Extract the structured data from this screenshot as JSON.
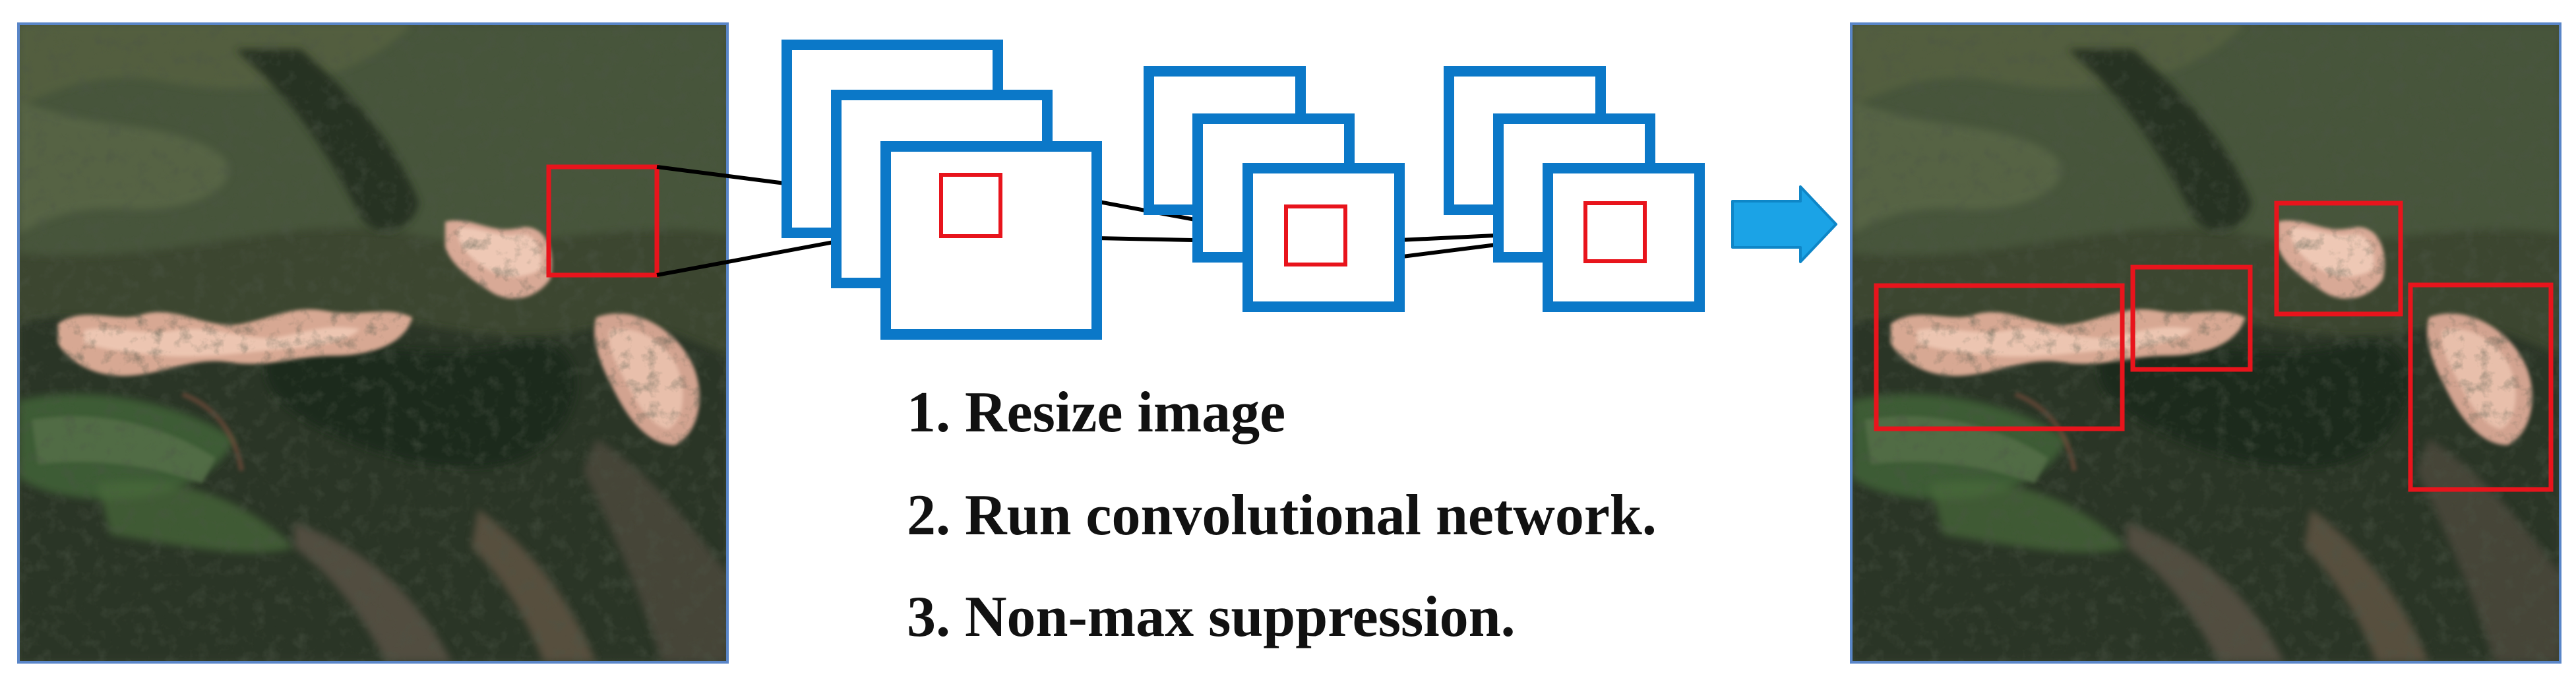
{
  "colors": {
    "feature_map_stroke": "#0B78C8",
    "detection_box": "#E8141C",
    "arrow_fill": "#1BA3E6",
    "arrow_stroke": "#0E86C7",
    "photo_border": "#5A86C8",
    "connector_line": "#000000"
  },
  "input_image": {
    "icon": "landslide-satellite-image"
  },
  "output_image": {
    "icon": "landslide-satellite-image-with-detections",
    "detection_count": 4
  },
  "pipeline": {
    "feature_map_stacks": 3,
    "maps_per_stack": 3,
    "arrow_icon": "right-arrow-icon"
  },
  "steps": [
    {
      "label": "1. Resize image"
    },
    {
      "label": "2. Run convolutional network."
    },
    {
      "label": "3. Non-max suppression."
    }
  ]
}
